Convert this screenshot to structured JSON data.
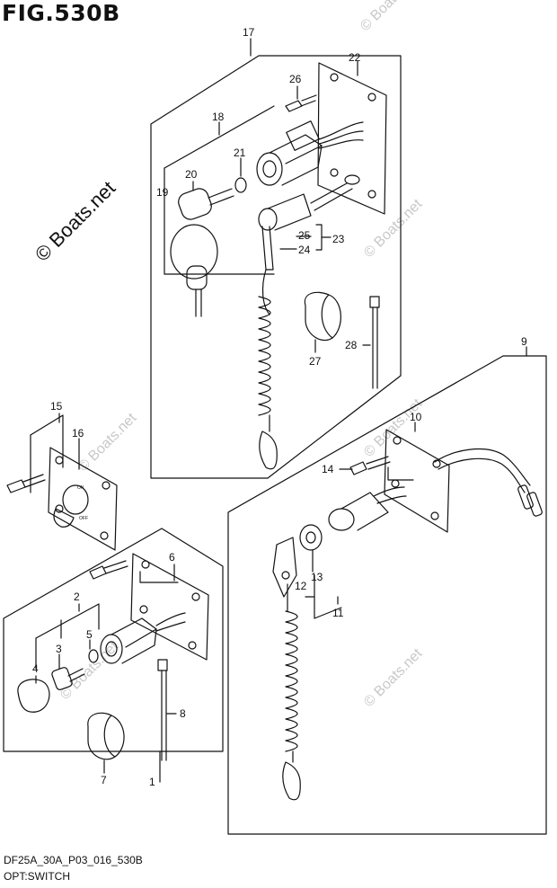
{
  "figure": {
    "title": "FIG.530B",
    "code": "DF25A_30A_P03_016_530B",
    "caption": "OPT:SWITCH"
  },
  "watermark": {
    "main": "© Boats.net",
    "faint": "© Boats.net"
  },
  "callouts": {
    "c1": "1",
    "c2": "2",
    "c3": "3",
    "c4": "4",
    "c5": "5",
    "c6": "6",
    "c7": "7",
    "c8": "8",
    "c9": "9",
    "c10": "10",
    "c11": "11",
    "c12": "12",
    "c13": "13",
    "c14": "14",
    "c15": "15",
    "c16": "16",
    "c17": "17",
    "c18": "18",
    "c19": "19",
    "c20": "20",
    "c21": "21",
    "c22": "22",
    "c23": "23",
    "c24": "24",
    "c25": "25",
    "c26": "26",
    "c27": "27",
    "c28": "28"
  },
  "switch_marks": {
    "on": "ON",
    "off": "OFF"
  }
}
